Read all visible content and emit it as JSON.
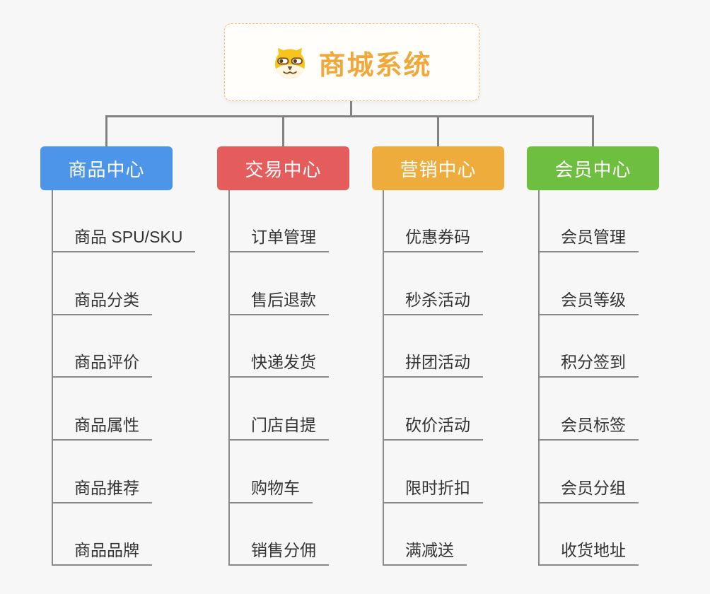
{
  "page": {
    "background_color": "#f7f7f7",
    "connector_color": "#828282"
  },
  "root": {
    "title": "商城系统",
    "icon": "dog-face-icon",
    "title_color": "#f1a83b",
    "border_color": "#f1bd6d"
  },
  "branches": [
    {
      "label": "商品中心",
      "color": "#4d95e8",
      "children": [
        "商品 SPU/SKU",
        "商品分类",
        "商品评价",
        "商品属性",
        "商品推荐",
        "商品品牌"
      ]
    },
    {
      "label": "交易中心",
      "color": "#e45c5b",
      "children": [
        "订单管理",
        "售后退款",
        "快递发货",
        "门店自提",
        "购物车",
        "销售分佣"
      ]
    },
    {
      "label": "营销中心",
      "color": "#eeac3c",
      "children": [
        "优惠券码",
        "秒杀活动",
        "拼团活动",
        "砍价活动",
        "限时折扣",
        "满减送"
      ]
    },
    {
      "label": "会员中心",
      "color": "#6ebf40",
      "children": [
        "会员管理",
        "会员等级",
        "积分签到",
        "会员标签",
        "会员分组",
        "收货地址"
      ]
    }
  ]
}
